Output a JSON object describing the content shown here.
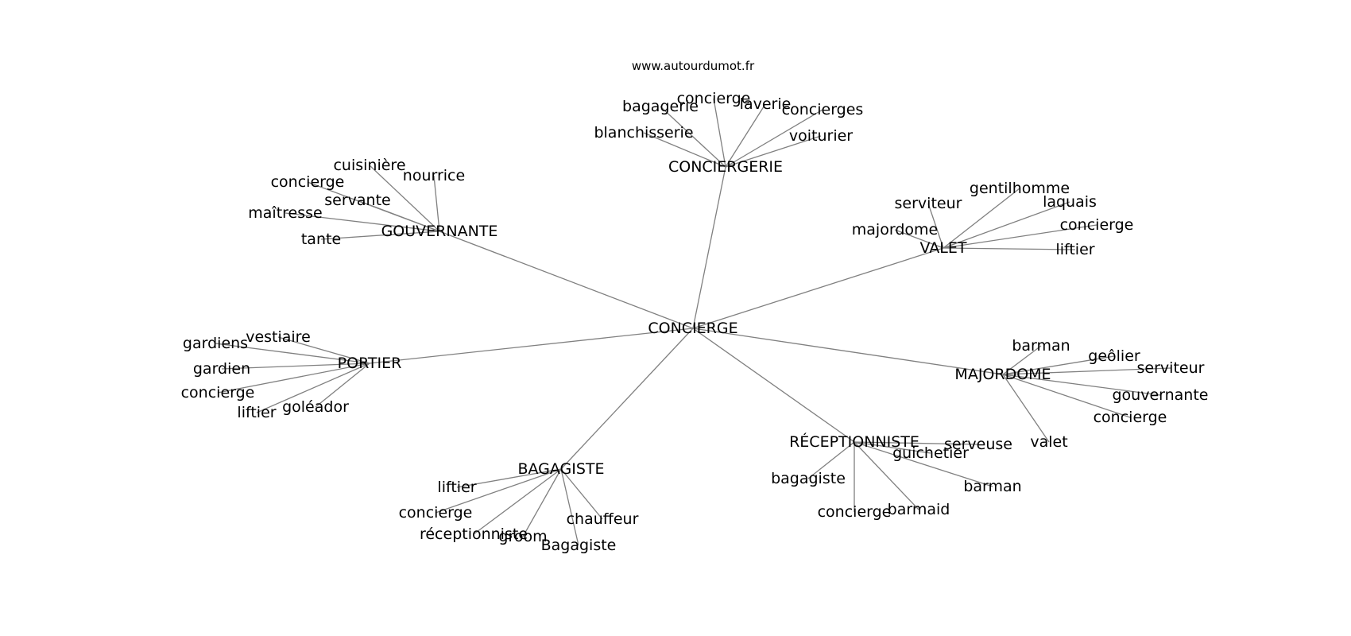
{
  "source": "www.autourdumot.fr",
  "center": "CONCIERGE",
  "edge_color": "#808080",
  "groups": [
    {
      "label": "CONCIERGERIE",
      "leaves": [
        "concierge",
        "bagagerie",
        "laverie",
        "concierges",
        "blanchisserie",
        "voiturier"
      ]
    },
    {
      "label": "GOUVERNANTE",
      "leaves": [
        "cuisinière",
        "nourrice",
        "concierge",
        "servante",
        "maîtresse",
        "tante"
      ]
    },
    {
      "label": "VALET",
      "leaves": [
        "gentilhomme",
        "serviteur",
        "laquais",
        "concierge",
        "majordome",
        "liftier"
      ]
    },
    {
      "label": "PORTIER",
      "leaves": [
        "vestiaire",
        "gardiens",
        "gardien",
        "concierge",
        "goléador",
        "liftier"
      ]
    },
    {
      "label": "MAJORDOME",
      "leaves": [
        "barman",
        "geôlier",
        "serviteur",
        "gouvernante",
        "concierge",
        "valet"
      ]
    },
    {
      "label": "RÉCEPTIONNISTE",
      "leaves": [
        "serveuse",
        "guichetier",
        "bagagiste",
        "barman",
        "barmaid",
        "concierge"
      ]
    },
    {
      "label": "BAGAGISTE",
      "leaves": [
        "liftier",
        "concierge",
        "chauffeur",
        "réceptionniste",
        "groom",
        "Bagagiste"
      ]
    }
  ]
}
